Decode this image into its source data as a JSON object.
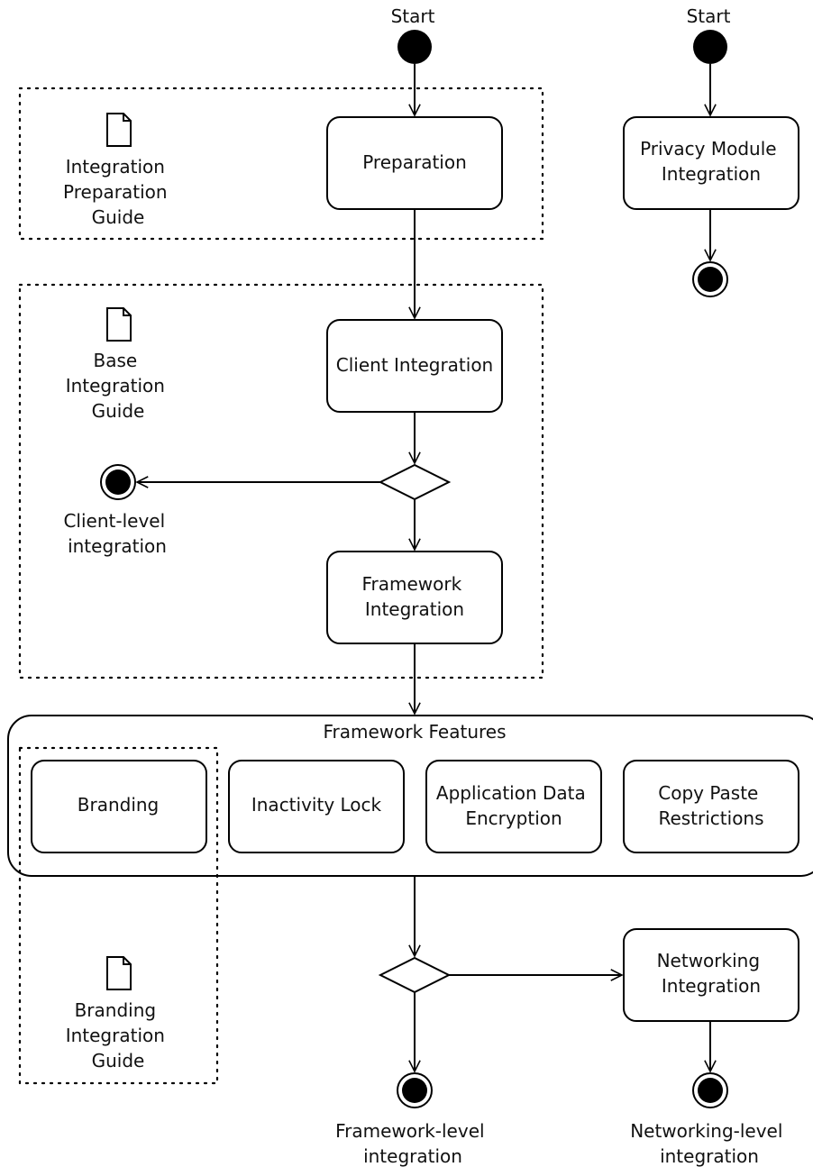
{
  "start_labels": {
    "main": "Start",
    "privacy": "Start"
  },
  "guides": {
    "preparation": [
      "Integration",
      "Preparation",
      "Guide"
    ],
    "base": [
      "Base",
      "Integration",
      "Guide"
    ],
    "branding": [
      "Branding",
      "Integration",
      "Guide"
    ]
  },
  "activities": {
    "preparation": [
      "Preparation"
    ],
    "client": [
      "Client Integration"
    ],
    "framework": [
      "Framework",
      "Integration"
    ],
    "privacy": [
      "Privacy Module",
      "Integration"
    ],
    "networking": [
      "Networking",
      "Integration"
    ]
  },
  "features": {
    "title": "Framework Features",
    "items": [
      {
        "name": "branding",
        "lines": [
          "Branding"
        ]
      },
      {
        "name": "inactivity-lock",
        "lines": [
          "Inactivity Lock"
        ]
      },
      {
        "name": "application-data-encryption",
        "lines": [
          "Application Data",
          "Encryption"
        ]
      },
      {
        "name": "copy-paste-restrictions",
        "lines": [
          "Copy Paste",
          "Restrictions"
        ]
      }
    ]
  },
  "end_labels": {
    "client": [
      "Client-level",
      "integration"
    ],
    "framework": [
      "Framework-level",
      "integration"
    ],
    "networking": [
      "Networking-level",
      "integration"
    ]
  }
}
